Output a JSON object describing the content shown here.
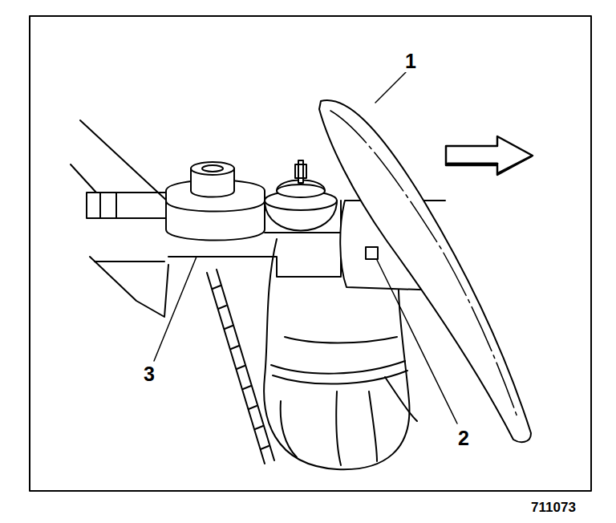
{
  "diagram": {
    "labels": [
      "1",
      "2",
      "3",
      "711073"
    ]
  }
}
